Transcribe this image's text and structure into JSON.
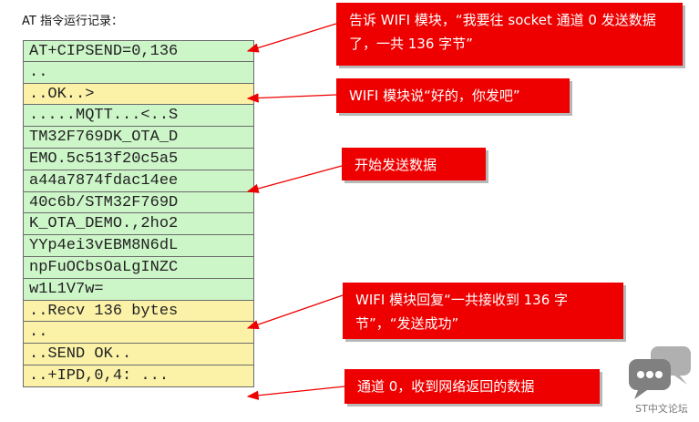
{
  "title": "AT 指令运行记录：",
  "log_rows": [
    {
      "text": "AT+CIPSEND=0,136",
      "color": "#ccf5c8"
    },
    {
      "text": "..",
      "color": "#ccf5c8"
    },
    {
      "text": "..OK..>",
      "color": "#fbf2a8"
    },
    {
      "text": ".....MQTT...<..S",
      "color": "#ccf5c8"
    },
    {
      "text": "TM32F769DK_OTA_D",
      "color": "#ccf5c8"
    },
    {
      "text": "EMO.5c513f20c5a5",
      "color": "#ccf5c8"
    },
    {
      "text": "a44a7874fdac14ee",
      "color": "#ccf5c8"
    },
    {
      "text": "40c6b/STM32F769D",
      "color": "#ccf5c8"
    },
    {
      "text": "K_OTA_DEMO.,2ho2",
      "color": "#ccf5c8"
    },
    {
      "text": "YYp4ei3vEBM8N6dL",
      "color": "#ccf5c8"
    },
    {
      "text": "npFuOCbsOaLgINZC",
      "color": "#ccf5c8"
    },
    {
      "text": "w1L1V7w=",
      "color": "#ccf5c8"
    },
    {
      "text": "..Recv 136 bytes",
      "color": "#fbf2a8"
    },
    {
      "text": "..",
      "color": "#fbf2a8"
    },
    {
      "text": "..SEND OK..",
      "color": "#fbf2a8"
    },
    {
      "text": "..+IPD,0,4: ...",
      "color": "#fbf2a8"
    }
  ],
  "callouts": {
    "c1": "告诉 WIFI 模块，“我要往 socket 通道 0 发送数据了，一共 136 字节”",
    "c2": "WIFI 模块说“好的，你发吧”",
    "c3": "开始发送数据",
    "c4": "WIFI 模块回复“一共接收到 136 字节”，“发送成功”",
    "c5": "通道 0，收到网络返回的数据"
  },
  "callout_color": "#ee0000",
  "logo": {
    "icon": "chat-bubbles-icon",
    "text": "ST中文论坛"
  }
}
